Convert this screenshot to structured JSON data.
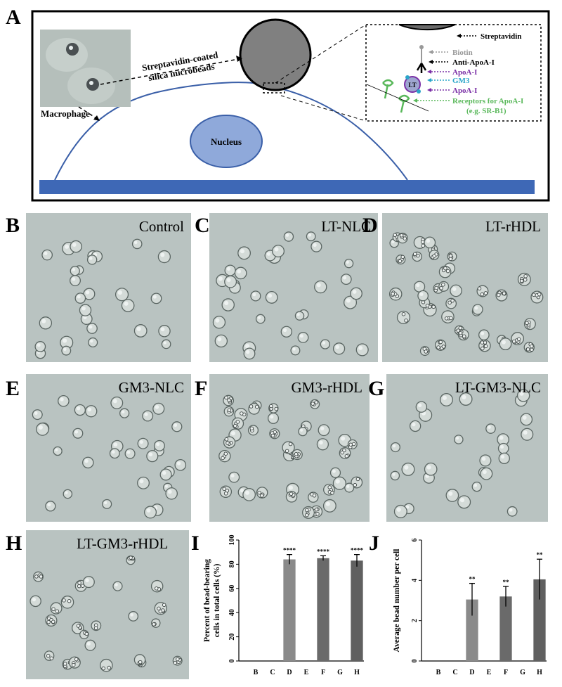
{
  "panel_a": {
    "letter": "A",
    "macrophage_label": "Macrophage",
    "bead_label_line1": "Streptavidin-coated",
    "bead_label_line2": "silica microbeads",
    "nucleus_label": "Nucleus",
    "inset": {
      "streptavidin": "Streptavidin",
      "biotin": "Biotin",
      "anti_apoa": "Anti-ApoA-I",
      "apoa_1": "ApoA-I",
      "gm3": "GM3",
      "apoa_2": "ApoA-I",
      "lt": "LT",
      "receptors_line1": "Receptors for ApoA-I",
      "receptors_line2": "(e.g. SR-B1)"
    },
    "colors": {
      "membrane": "#3a5fa8",
      "nucleus": "#8fa9da",
      "substrate": "#3e68b6",
      "bead": "#808080",
      "apoa": "#7a2fa6",
      "gm3": "#2aa6c9",
      "receptor": "#59b85a",
      "biotin": "#999999"
    }
  },
  "micrographs": [
    {
      "letter": "B",
      "label": "Control"
    },
    {
      "letter": "C",
      "label": "LT-NLC"
    },
    {
      "letter": "D",
      "label": "LT-rHDL"
    },
    {
      "letter": "E",
      "label": "GM3-NLC"
    },
    {
      "letter": "F",
      "label": "GM3-rHDL"
    },
    {
      "letter": "G",
      "label": "LT-GM3-NLC"
    },
    {
      "letter": "H",
      "label": "LT-GM3-rHDL"
    }
  ],
  "chart_data": [
    {
      "panel": "I",
      "type": "bar",
      "ylabel": "Percent of bead-bearing cells in total cells (%)",
      "ylabel_line1": "Percent of bead-bearing",
      "ylabel_line2": "cells in total cells (%)",
      "categories": [
        "B",
        "C",
        "D",
        "E",
        "F",
        "G",
        "H"
      ],
      "values": [
        0,
        0,
        84,
        0,
        85,
        0,
        83
      ],
      "errors": [
        0,
        0,
        4,
        0,
        2,
        0,
        5
      ],
      "significance": [
        "",
        "",
        "****",
        "",
        "****",
        "",
        "****"
      ],
      "ylim": [
        0,
        100
      ],
      "yticks": [
        0,
        20,
        40,
        60,
        80,
        100
      ],
      "bar_colors": [
        "#777777",
        "#777777",
        "#8a8a8a",
        "#777777",
        "#6a6a6a",
        "#777777",
        "#606060"
      ]
    },
    {
      "panel": "J",
      "type": "bar",
      "ylabel": "Average bead number per cell",
      "categories": [
        "B",
        "C",
        "D",
        "E",
        "F",
        "G",
        "H"
      ],
      "values": [
        0,
        0,
        3.05,
        0,
        3.2,
        0,
        4.05
      ],
      "errors": [
        0,
        0,
        0.8,
        0,
        0.5,
        0,
        1.0
      ],
      "significance": [
        "",
        "",
        "**",
        "",
        "**",
        "",
        "**"
      ],
      "ylim": [
        0,
        6
      ],
      "yticks": [
        0,
        2,
        4,
        6
      ],
      "bar_colors": [
        "#777777",
        "#777777",
        "#8a8a8a",
        "#777777",
        "#6a6a6a",
        "#777777",
        "#606060"
      ]
    }
  ]
}
